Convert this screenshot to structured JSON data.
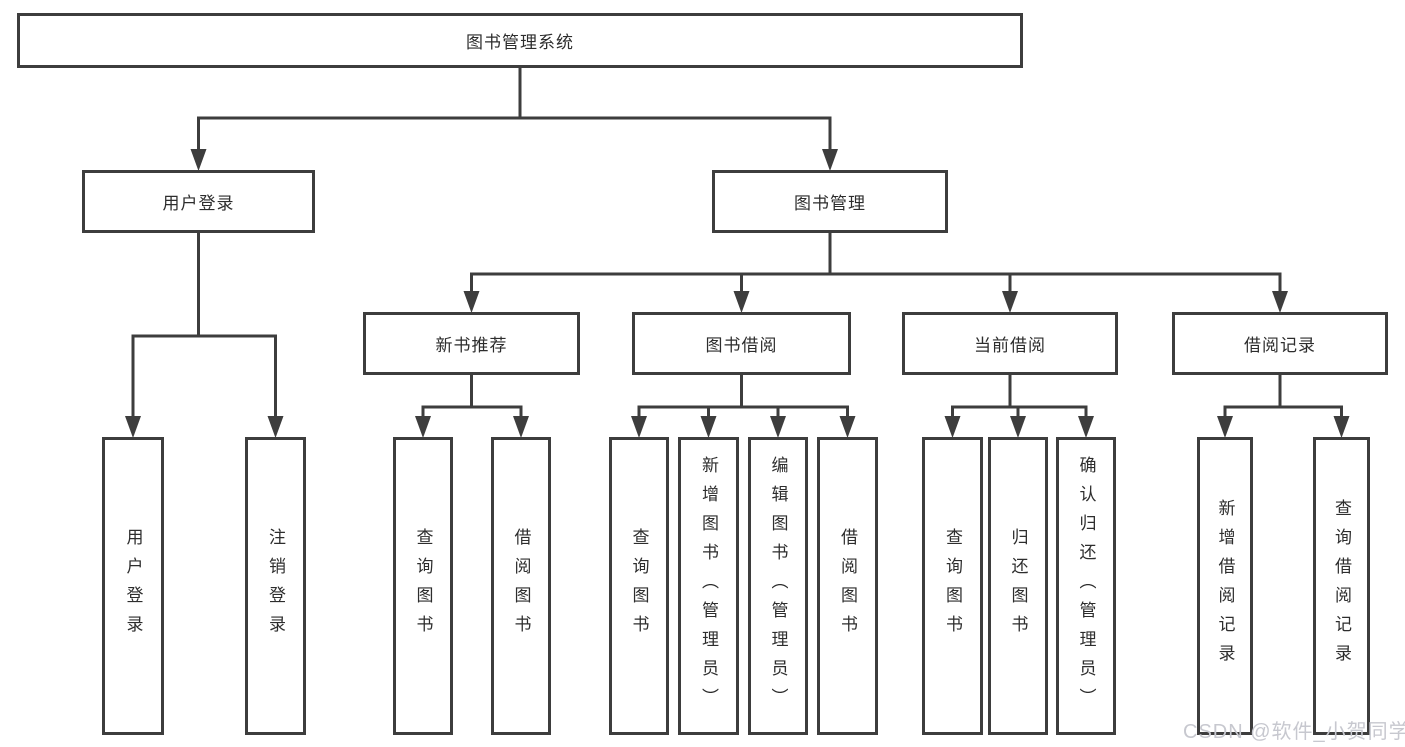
{
  "tree": {
    "label": "图书管理系统",
    "children": [
      {
        "label": "用户登录",
        "children": [
          {
            "label": "用户登录"
          },
          {
            "label": "注销登录"
          }
        ]
      },
      {
        "label": "图书管理",
        "children": [
          {
            "label": "新书推荐",
            "children": [
              {
                "label": "查询图书"
              },
              {
                "label": "借阅图书"
              }
            ]
          },
          {
            "label": "图书借阅",
            "children": [
              {
                "label": "查询图书"
              },
              {
                "label": "新增图书（管理员）"
              },
              {
                "label": "编辑图书（管理员）"
              },
              {
                "label": "借阅图书"
              }
            ]
          },
          {
            "label": "当前借阅",
            "children": [
              {
                "label": "查询图书"
              },
              {
                "label": "归还图书"
              },
              {
                "label": "确认归还（管理员）"
              }
            ]
          },
          {
            "label": "借阅记录",
            "children": [
              {
                "label": "新增借阅记录"
              },
              {
                "label": "查询借阅记录"
              }
            ]
          }
        ]
      }
    ]
  },
  "watermark": {
    "text": "CSDN @软件_小贺同学"
  },
  "colors": {
    "line": "#3d3d3d",
    "box_border": "#3d3d3d",
    "box_fill": "#ffffff",
    "text": "#2d2d2d",
    "background": "#ffffff",
    "watermark": "#c7c8cf"
  }
}
